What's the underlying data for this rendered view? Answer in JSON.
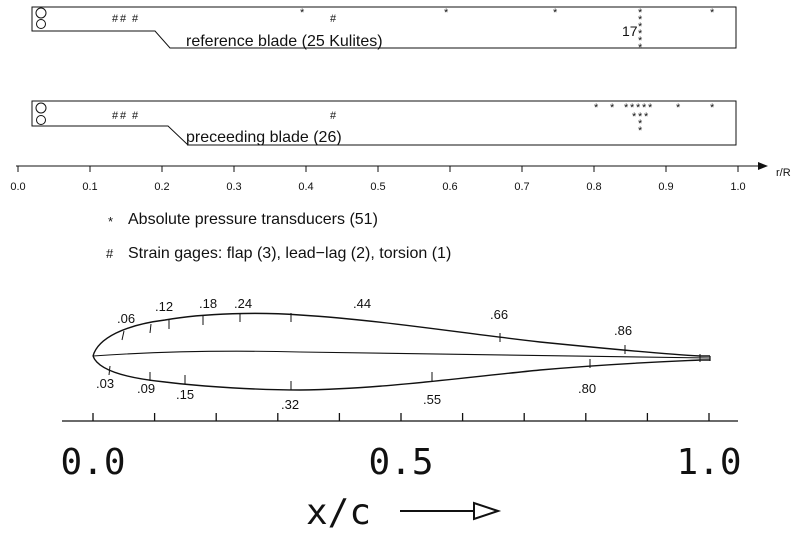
{
  "blade_panels": {
    "reference": {
      "label": "reference blade (25 Kulites)",
      "count_label": "17",
      "star": "*",
      "hash": "#"
    },
    "preceeding": {
      "label": "preceeding blade (26)",
      "star": "*",
      "hash": "#"
    }
  },
  "radius_axis": {
    "unit_label": "r/R",
    "ticks": [
      "0.0",
      "0.1",
      "0.2",
      "0.3",
      "0.4",
      "0.5",
      "0.6",
      "0.7",
      "0.8",
      "0.9",
      "1.0"
    ]
  },
  "legend": {
    "pressure_symbol": "*",
    "pressure_label": "Absolute pressure transducers (51)",
    "strain_symbol": "#",
    "strain_label": "Strain gages: flap (3), lead−lag (2),  torsion (1)"
  },
  "airfoil": {
    "upper_stations": [
      ".06",
      ".12",
      ".18",
      ".24",
      ".44",
      ".66",
      ".86"
    ],
    "lower_stations": [
      ".03",
      ".09",
      ".15",
      ".32",
      ".55",
      ".80"
    ],
    "axis_ticks": [
      "0.0",
      "0.5",
      "1.0"
    ],
    "axis_label": "x/c"
  }
}
